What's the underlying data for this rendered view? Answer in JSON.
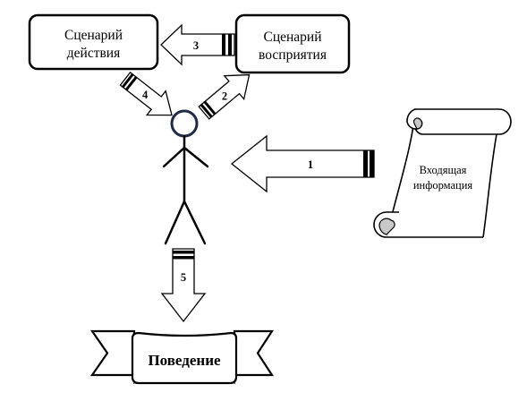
{
  "action_box": {
    "line1": "Сценарий",
    "line2": "действия"
  },
  "perception_box": {
    "line1": "Сценарий",
    "line2": "восприятия"
  },
  "arrows": {
    "a1": "1",
    "a2": "2",
    "a3": "3",
    "a4": "4",
    "a5": "5"
  },
  "scroll": {
    "line1": "Входящая",
    "line2": "информация"
  },
  "banner": {
    "label": "Поведение"
  }
}
